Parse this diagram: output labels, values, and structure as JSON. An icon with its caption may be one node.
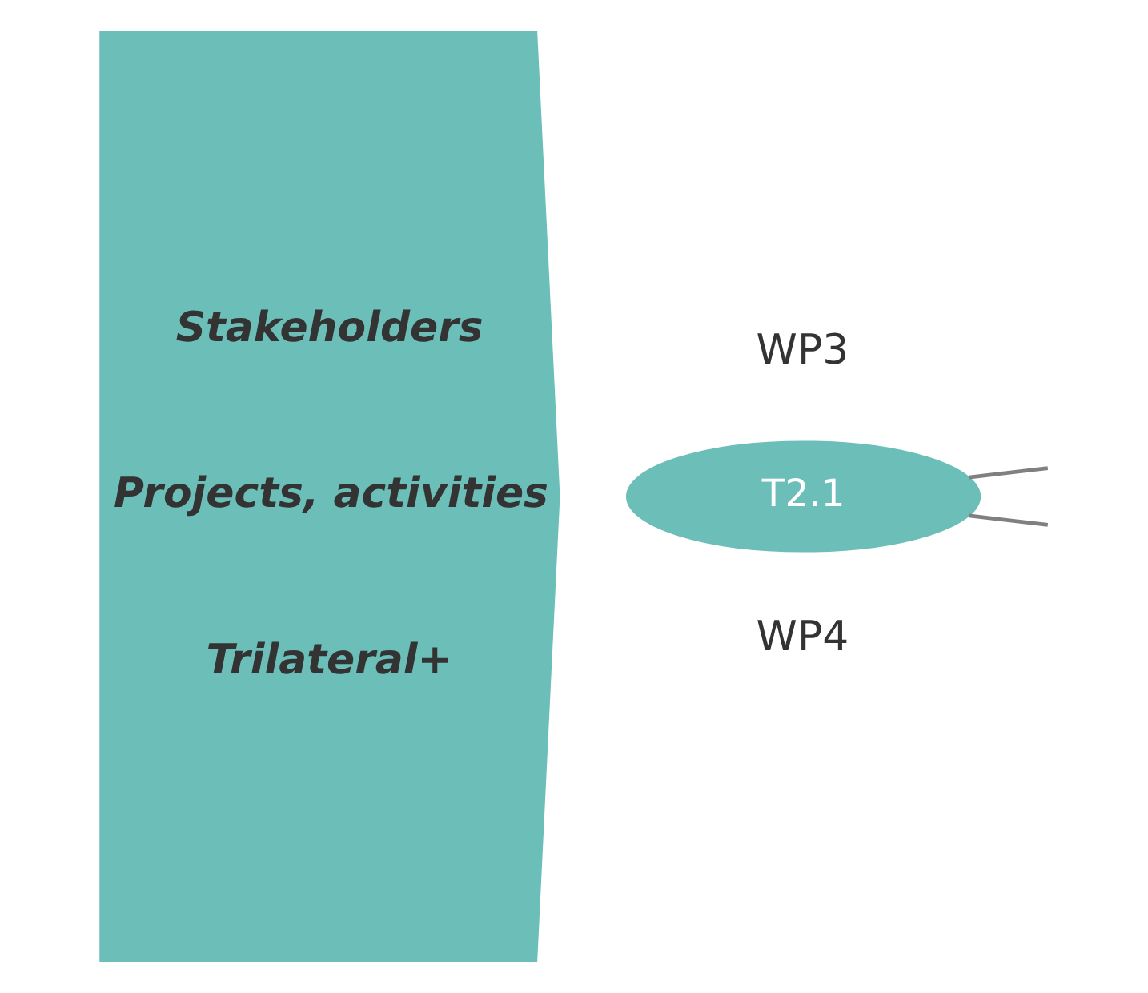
{
  "diagram": {
    "nodes": [
      {
        "text": [
          "Stakeholders",
          "Projects, activities",
          "Trilateral+"
        ]
      },
      {
        "text": [
          "T2.1"
        ]
      }
    ],
    "edges": [
      {
        "from": 1,
        "to": null,
        "arrow": "none"
      },
      {
        "from": 1,
        "to": null,
        "arrow": "none"
      }
    ],
    "labels": [
      "WP3",
      "WP4"
    ]
  }
}
